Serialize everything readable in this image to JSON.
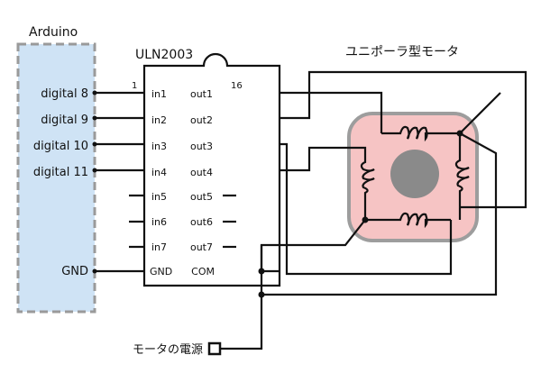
{
  "arduino": {
    "title": "Arduino",
    "pins": [
      "digital 8",
      "digital 9",
      "digital 10",
      "digital 11"
    ],
    "gnd": "GND",
    "fill_color": "#cfe3f5",
    "border_color": "#9a9a9a"
  },
  "chip": {
    "name": "ULN2003",
    "pin1_number": "1",
    "pin16_number": "16",
    "left_pins": [
      "in1",
      "in2",
      "in3",
      "in4",
      "in5",
      "in6",
      "in7",
      "GND"
    ],
    "right_pins": [
      "out1",
      "out2",
      "out3",
      "out4",
      "out5",
      "out6",
      "out7",
      "COM"
    ]
  },
  "motor": {
    "title": "ユニポーラ型モータ",
    "body_color": "#f6c4c4",
    "border_color": "#9d9d9d",
    "shaft_color": "#8a8a8a"
  },
  "power": {
    "label": "モータの電源"
  }
}
